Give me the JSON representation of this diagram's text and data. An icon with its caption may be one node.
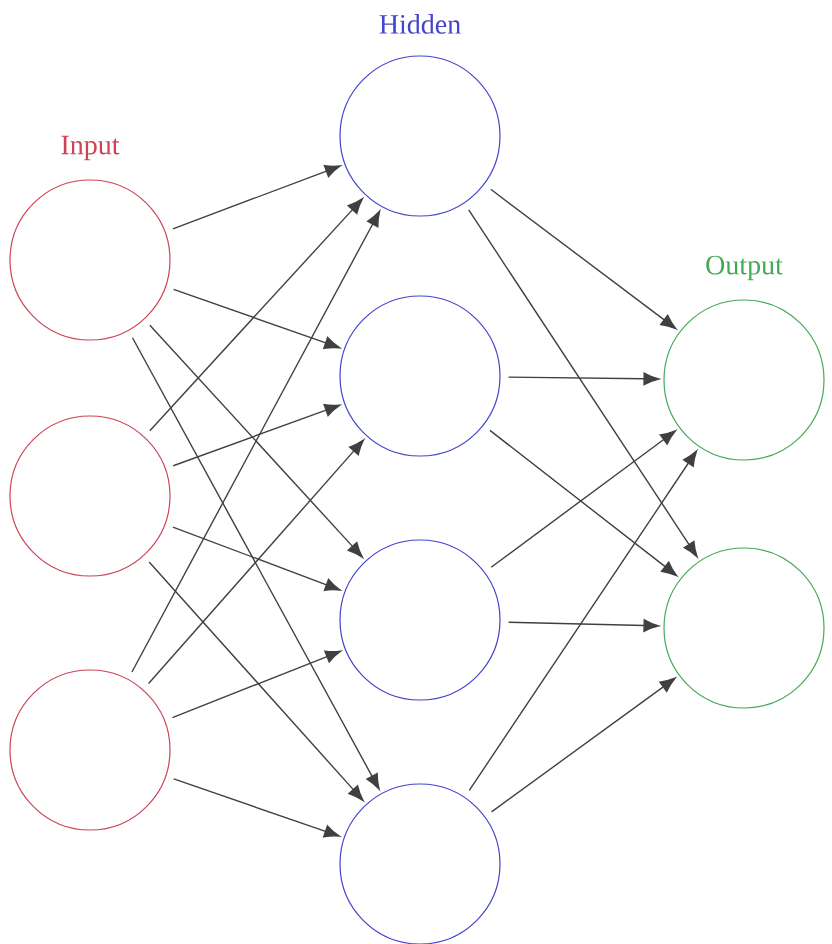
{
  "diagram": {
    "nodes": [
      {
        "text": [],
        "shape": "circle",
        "beside": [
          "Input"
        ]
      },
      {
        "text": [],
        "shape": "circle"
      },
      {
        "text": [],
        "shape": "circle"
      },
      {
        "text": [],
        "shape": "circle",
        "beside": [
          "Hidden"
        ]
      },
      {
        "text": [],
        "shape": "circle"
      },
      {
        "text": [],
        "shape": "circle"
      },
      {
        "text": [],
        "shape": "circle"
      },
      {
        "text": [],
        "shape": "circle",
        "beside": [
          "Output"
        ]
      },
      {
        "text": [],
        "shape": "circle"
      }
    ],
    "edges": [
      {
        "from": 0,
        "to": 3,
        "arrow": "to"
      },
      {
        "from": 0,
        "to": 4,
        "arrow": "to"
      },
      {
        "from": 0,
        "to": 5,
        "arrow": "to"
      },
      {
        "from": 0,
        "to": 6,
        "arrow": "to"
      },
      {
        "from": 1,
        "to": 3,
        "arrow": "to"
      },
      {
        "from": 1,
        "to": 4,
        "arrow": "to"
      },
      {
        "from": 1,
        "to": 5,
        "arrow": "to"
      },
      {
        "from": 1,
        "to": 6,
        "arrow": "to"
      },
      {
        "from": 2,
        "to": 3,
        "arrow": "to"
      },
      {
        "from": 2,
        "to": 4,
        "arrow": "to"
      },
      {
        "from": 2,
        "to": 5,
        "arrow": "to"
      },
      {
        "from": 2,
        "to": 6,
        "arrow": "to"
      },
      {
        "from": 3,
        "to": 7,
        "arrow": "to"
      },
      {
        "from": 3,
        "to": 8,
        "arrow": "to"
      },
      {
        "from": 4,
        "to": 7,
        "arrow": "to"
      },
      {
        "from": 4,
        "to": 8,
        "arrow": "to"
      },
      {
        "from": 5,
        "to": 7,
        "arrow": "to"
      },
      {
        "from": 5,
        "to": 8,
        "arrow": "to"
      },
      {
        "from": 6,
        "to": 7,
        "arrow": "to"
      },
      {
        "from": 6,
        "to": 8,
        "arrow": "to"
      }
    ]
  }
}
